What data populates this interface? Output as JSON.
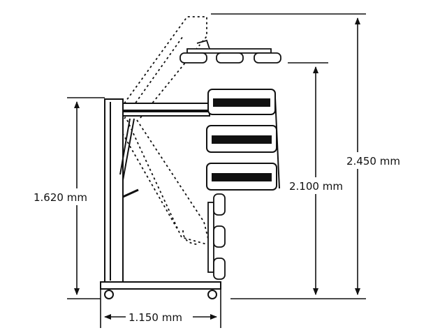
{
  "dimensions": {
    "width": "1.150 mm",
    "stand_height": "1.620 mm",
    "mid_height": "2.100 mm",
    "max_height": "2.450 mm"
  },
  "colors": {
    "line": "#111111",
    "fill": "#ffffff"
  }
}
